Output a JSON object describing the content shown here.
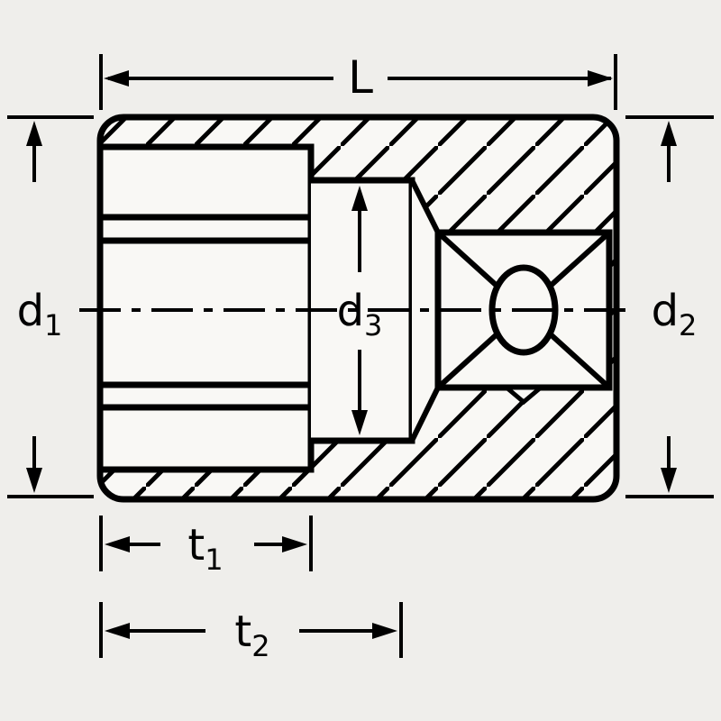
{
  "diagram": {
    "kind": "socket-cross-section-technical-drawing"
  },
  "labels": {
    "L": "L",
    "d1": {
      "base": "d",
      "sub": "1"
    },
    "d2": {
      "base": "d",
      "sub": "2"
    },
    "d3": {
      "base": "d",
      "sub": "3"
    },
    "t1": {
      "base": "t",
      "sub": "1"
    },
    "t2": {
      "base": "t",
      "sub": "2"
    }
  },
  "colors": {
    "background": "#efeeeb",
    "line": "#000000",
    "fill_white": "#f9f8f5"
  }
}
